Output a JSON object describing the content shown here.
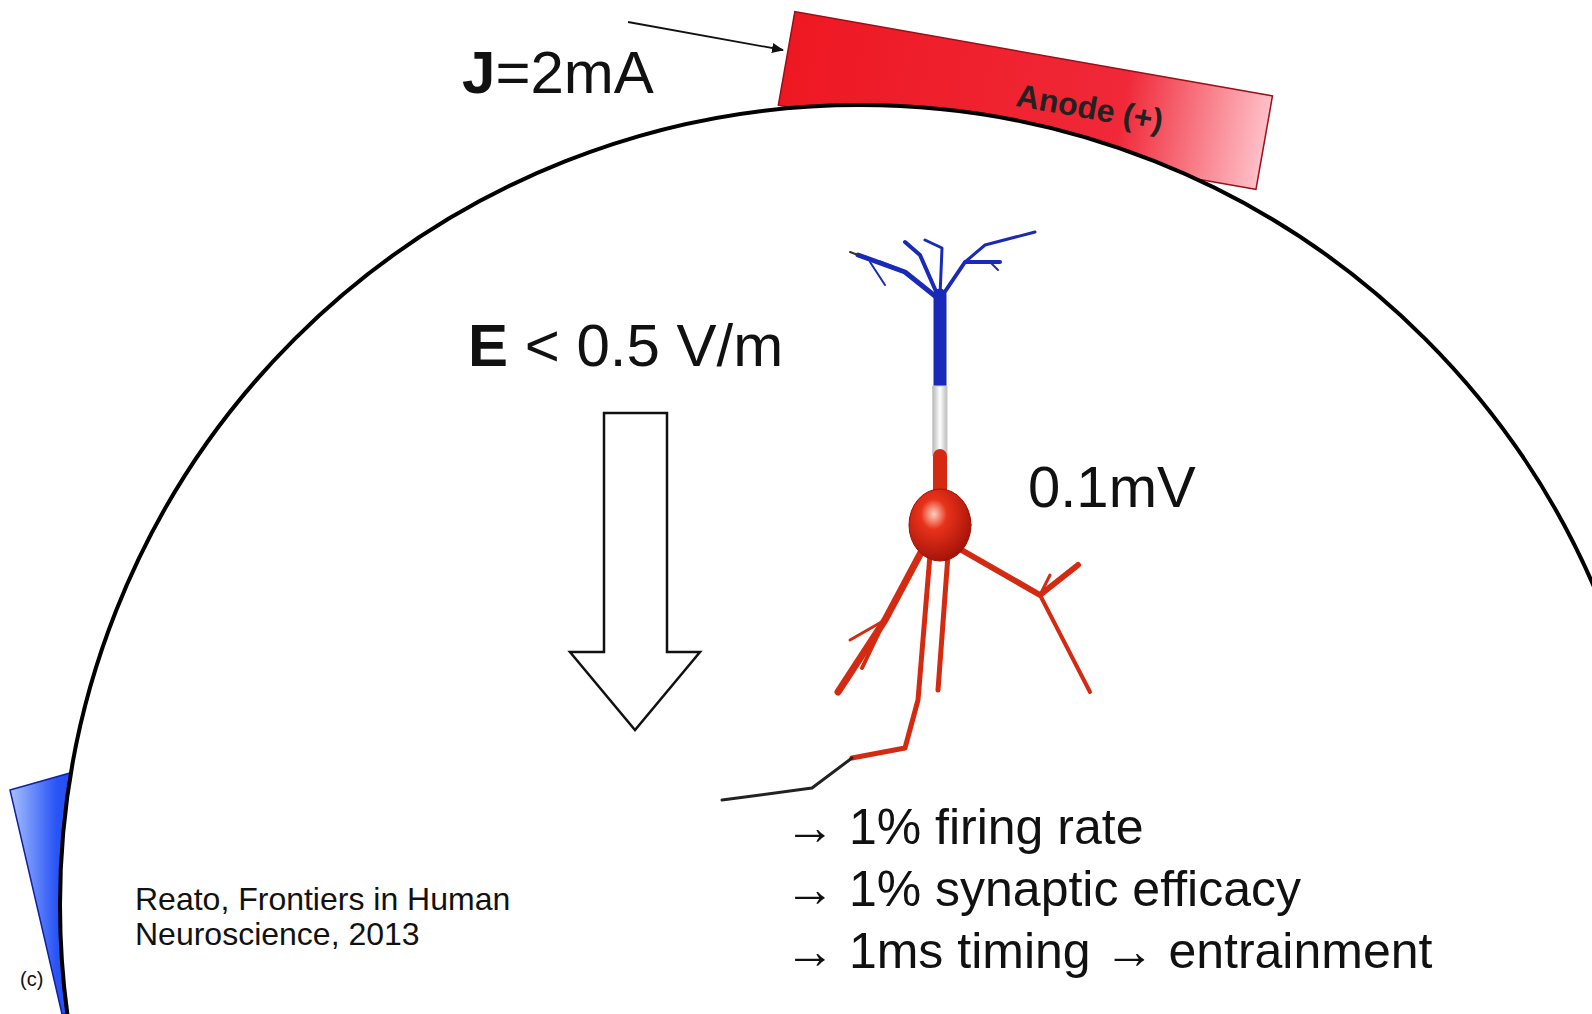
{
  "diagram": {
    "nodes": [
      {
        "text": [
          "Anode (+)"
        ]
      }
    ],
    "labels": [
      "J=2mA",
      "E < 0.5 V/m",
      "0.1mV",
      "→ 1% firing rate",
      "→ 1% synaptic efficacy",
      "→ 1ms timing → entrainment",
      "Reato, Frontiers in Human Neuroscience, 2013",
      "(c)"
    ]
  }
}
